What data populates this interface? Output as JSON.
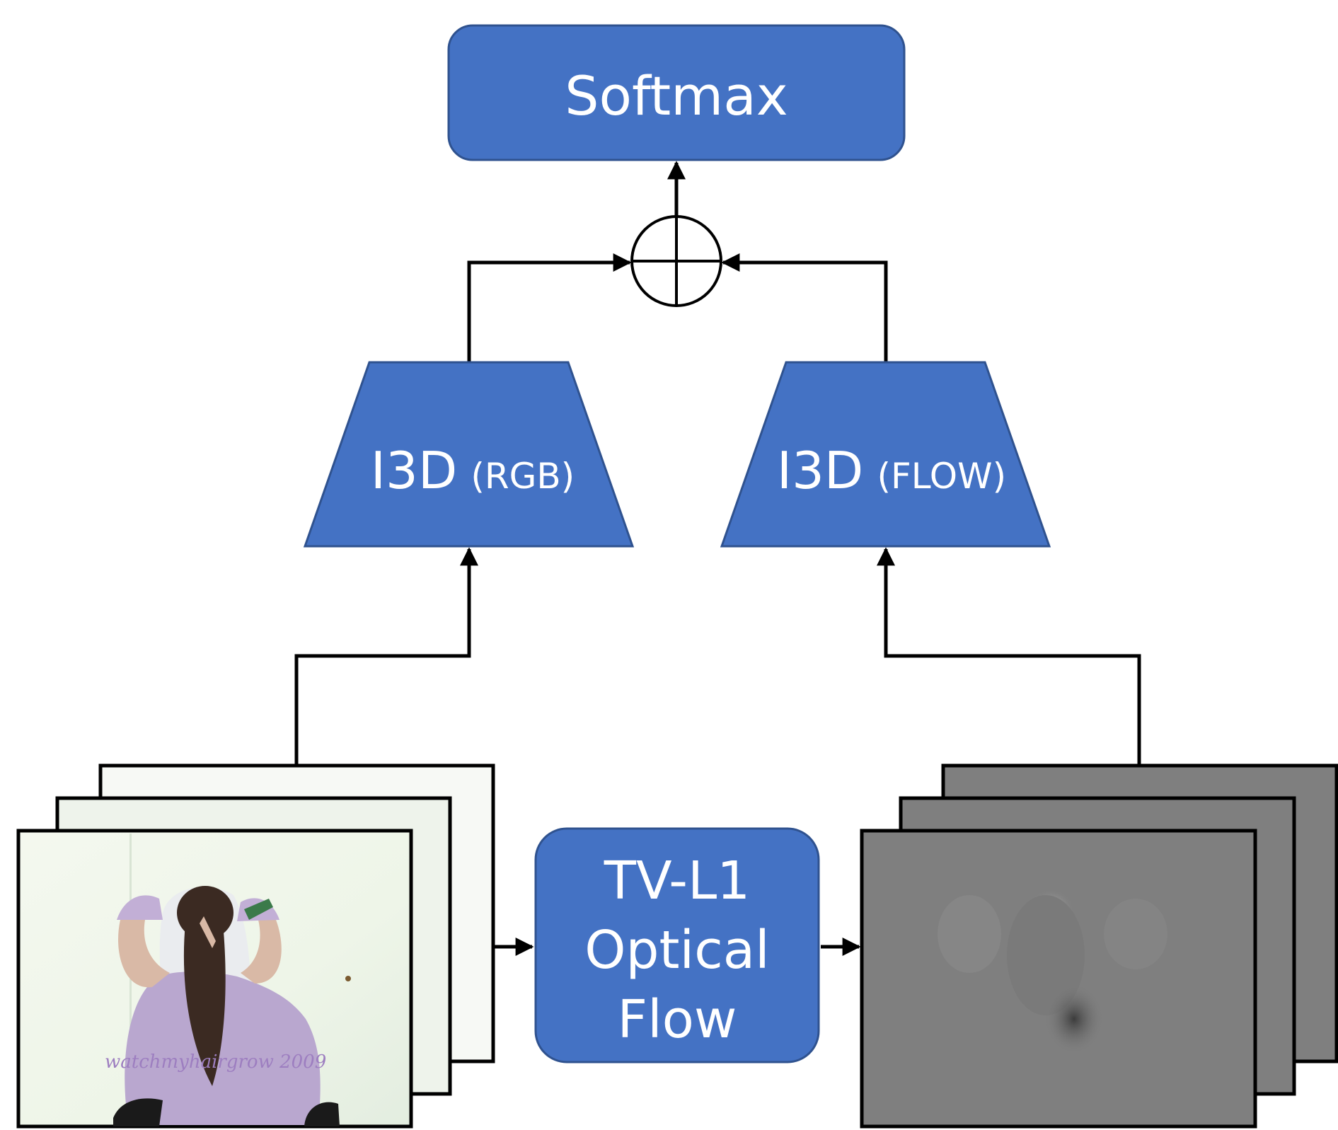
{
  "diagram": {
    "softmax": {
      "label": "Softmax"
    },
    "i3d_rgb": {
      "name": "I3D",
      "suffix": "(RGB)"
    },
    "i3d_flow": {
      "name": "I3D",
      "suffix": "(FLOW)"
    },
    "tvl1": {
      "line1": "TV-L1",
      "line2": "Optical",
      "line3": "Flow"
    },
    "rgb_frames": {
      "watermark": "watchmyhairgrow 2009"
    },
    "colors": {
      "block_fill": "#4472C4",
      "block_stroke": "#2F528F",
      "block_text": "#FFFFFF",
      "line": "#000000",
      "flow_fill": "#7F7F7F",
      "watermark": "#9D7EC0"
    }
  }
}
